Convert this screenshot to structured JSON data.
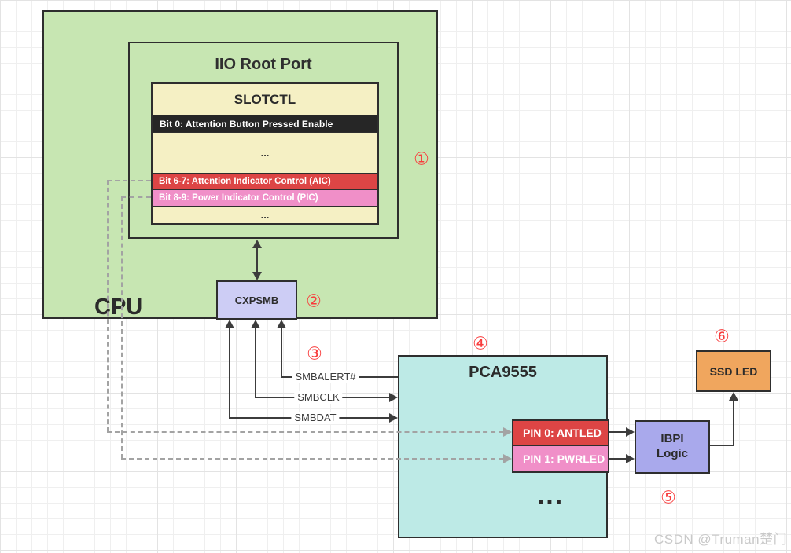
{
  "cpu": {
    "label": "CPU"
  },
  "iio_root_port": {
    "title": "IIO Root Port"
  },
  "slotctl": {
    "title": "SLOTCTL",
    "rows": [
      {
        "text": "Bit 0: Attention Button Pressed Enable",
        "style": "black"
      },
      {
        "text": "...",
        "style": "plain"
      },
      {
        "text": "Bit 6-7: Attention Indicator Control (AIC)",
        "style": "red"
      },
      {
        "text": "Bit 8-9: Power Indicator Control (PIC)",
        "style": "pink"
      },
      {
        "text": "...",
        "style": "plain"
      }
    ]
  },
  "cxpsmb": {
    "label": "CXPSMB"
  },
  "smbus_signals": [
    {
      "label": "SMBALERT#",
      "direction": "to-cxpsmb"
    },
    {
      "label": "SMBCLK",
      "direction": "bidirectional"
    },
    {
      "label": "SMBDAT",
      "direction": "bidirectional"
    }
  ],
  "pca9555": {
    "title": "PCA9555",
    "pins": [
      {
        "label": "PIN 0: ANTLED",
        "style": "red"
      },
      {
        "label": "PIN 1: PWRLED",
        "style": "pink"
      }
    ],
    "ellipsis": "..."
  },
  "ibpi": {
    "label_line1": "IBPI",
    "label_line2": "Logic"
  },
  "ssd_led": {
    "label": "SSD LED"
  },
  "annotations": {
    "items": [
      "①",
      "②",
      "③",
      "④",
      "⑤",
      "⑥"
    ]
  },
  "watermark": {
    "text": "CSDN @Truman楚门"
  },
  "colors": {
    "cpu_fill": "#C7E6B2",
    "register_fill": "#F5F0C4",
    "bit0_fill": "#262626",
    "aic_fill": "#DD4545",
    "pic_fill": "#F08FC8",
    "cxpsmb_fill": "#CDCDF5",
    "pca9555_fill": "#BDEAE6",
    "ibpi_fill": "#A9A9EC",
    "ssd_led_fill": "#F0A65E",
    "solid_connector": "#3C3C3C",
    "dashed_connector": "#A3A3A3",
    "annotation_red": "#F83C3C",
    "border": "#2E2E2E"
  }
}
